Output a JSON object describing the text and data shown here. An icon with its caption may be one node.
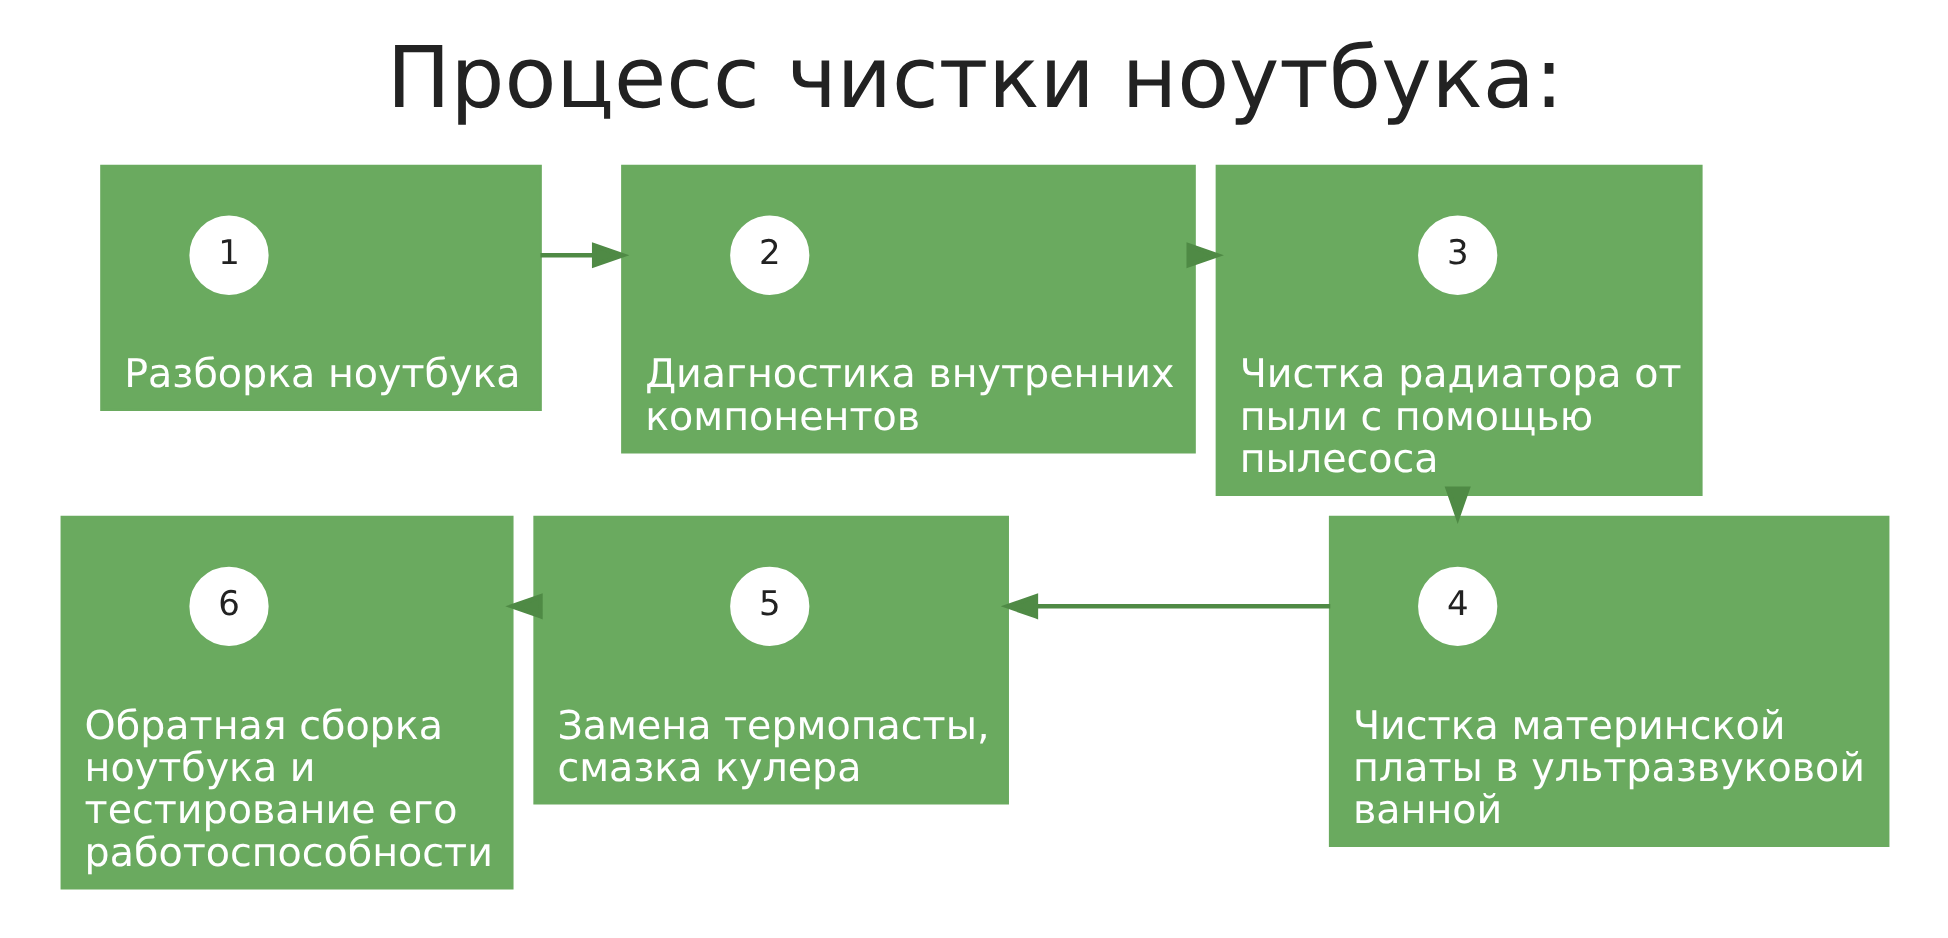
{
  "diagram": {
    "title": "Процесс чистки ноутбука:",
    "nodes": [
      {
        "text": [
          "Разборка ноутбука"
        ]
      },
      {
        "text": [
          "1"
        ],
        "in": 0
      },
      {
        "text": [
          "Диагностика внутренних компонентов"
        ]
      },
      {
        "text": [
          "2"
        ],
        "in": 2
      },
      {
        "text": [
          "Чистка радиатора от пыли с помощью пылесоса"
        ]
      },
      {
        "text": [
          "3"
        ],
        "in": 4
      },
      {
        "text": [
          "Обратная сборка ноутбука и тестирование его работоспособности"
        ]
      },
      {
        "text": [
          "6"
        ],
        "in": 6
      },
      {
        "text": [
          "Замена термопасты, смазка кулера"
        ]
      },
      {
        "text": [
          "5"
        ],
        "in": 8
      },
      {
        "text": [
          "Чистка материнской платы в ультразвуковой ванной"
        ]
      },
      {
        "text": [
          "4"
        ],
        "in": 10
      }
    ],
    "edges": [
      {
        "from": 0,
        "to": 2,
        "arrow": "to"
      },
      {
        "from": 2,
        "to": 4,
        "arrow": "to"
      },
      {
        "from": 4,
        "to": 10,
        "arrow": "to"
      },
      {
        "from": 10,
        "to": 8,
        "arrow": "to"
      },
      {
        "from": 8,
        "to": 6,
        "arrow": "to"
      }
    ]
  }
}
